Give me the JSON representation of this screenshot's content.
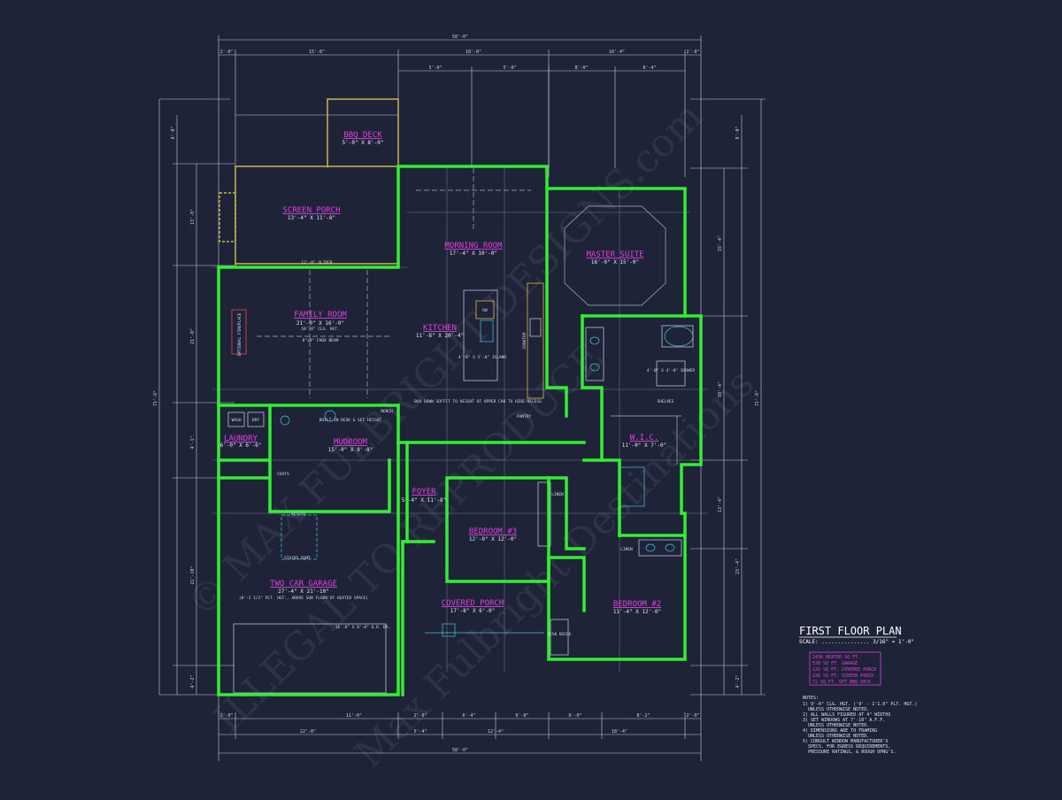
{
  "title": "FIRST FLOOR PLAN",
  "scale": "SCALE: ............... 3/16\" = 1'-0\"",
  "areas": [
    "2436 HEATED SQ FT.",
    "538 SQ FT. GARAGE",
    "133 SQ FT. COVERED PORCH",
    "236 SQ FT. SCREEN PORCH",
    "72 SQ FT. OPT BBQ DECK"
  ],
  "notes_title": "NOTES:",
  "notes": [
    "1) 9'-0\" CLG. HGT. ('9' - 1'1.0\" PLT. HGT.)",
    "UNLESS OTHERWISE NOTED.",
    "2) ALL WALLS FIGURED AT 4\" WIDTHS",
    "3) SET WINDOWS AT 7'-10\" A.F.F.",
    "UNLESS OTHERWISE NOTED.",
    "4) DIMENSIONS ARE TO FRAMING",
    "UNLESS OTHERWISE NOTED.",
    "5) CONSULT WINDOW MANUFACTURER'S",
    "SPECS. FOR EGRESS REQUIREMENTS,",
    "PRESSURE RATINGS, & ROUGH OPNG'S."
  ],
  "rooms": {
    "bbq": {
      "name": "BBQ DECK",
      "dim": "5'-0\" X 8'-0\""
    },
    "screen": {
      "name": "SCREEN PORCH",
      "dim": "13'-4\" X 11'-8\""
    },
    "morning": {
      "name": "MORNING ROOM",
      "dim": "17'-4\" X 10'-0\""
    },
    "master": {
      "name": "MASTER SUITE",
      "dim": "16'-0\" X 15'-0\""
    },
    "family": {
      "name": "FAMILY ROOM",
      "dim": "21'-0\" X 16'-0\"",
      "note": "10'-0\" CLG. HGT."
    },
    "kitchen": {
      "name": "KITCHEN",
      "dim": "11'-8\" X 20'-4\""
    },
    "laundry": {
      "name": "LAUNDRY",
      "dim": "6'-0\" X 6'-6\""
    },
    "mudroom": {
      "name": "MUDROOM",
      "dim": "15'-0\" X 8'-8\""
    },
    "foyer": {
      "name": "FOYER",
      "dim": "5'-4\" X 11'-8\""
    },
    "bed3": {
      "name": "BEDROOM #3",
      "dim": "12'-0\" X 12'-0\""
    },
    "wic": {
      "name": "W.I.C.",
      "dim": "11'-0\" X 7'-0\""
    },
    "garage": {
      "name": "TWO CAR GARAGE",
      "dim": "27'-4\" X 21'-10\"",
      "note": "(8'-1 1/2\" PLT. HGT., ABOVE SUB FLOOR OF HEATED SPACE)"
    },
    "porch": {
      "name": "COVERED PORCH",
      "dim": "17'-8\" X 6'-0\""
    },
    "bed2": {
      "name": "BEDROOM #2",
      "dim": "11'-4\" X 12'-0\""
    }
  },
  "labels": {
    "island": "4'-0\" X 5'-0\" ISLAND",
    "dw": "DW",
    "shower": "4'-0\" X 4'-0\" SHOWER",
    "pantry": "PANTRY",
    "linen": "LINEN",
    "desk_niche": "DESK NICHE",
    "shelves": "SHELVES",
    "wash": "WASH",
    "dry": "DRY",
    "coats": "COATS",
    "access": "ACCESS",
    "stairs_bsmt": "STAIRS BSMT",
    "garage_door": "16'-0\" X 8'-0\" O.H. DR.",
    "slider": "12'-0\" SLIDER",
    "fireplace": "OPTIONAL FIREPLACE",
    "faux_beam": "8\"x8\" FAUX BEAM",
    "box_soffit": "BOX DOWN SOFFIT TO HEIGHT OF UPPER CAB TO HIDE RECESS",
    "built_in": "BUILT-IN DESK & SET HEIGHT",
    "cooktop": "COOKTOP",
    "bench": "BENCH"
  },
  "dims": {
    "overall_top": "58'-0\"",
    "overall_bottom": "58'-0\"",
    "overall_left": "71'-8\"",
    "overall_right": "71'-8\"",
    "top_row1": [
      "2'-0\"",
      "15'-8\"",
      "18'-0\"",
      "16'-4\"",
      "2'-0\""
    ],
    "top_row2": [
      "5'-0\"",
      "5'-0\"",
      "8'-0\"",
      "8'-4\""
    ],
    "bottom_row1": [
      "2'-0\"",
      "11'-0\"",
      "2'-8\"",
      "6'-4\"",
      "6'-0\"",
      "6'-0\"",
      "8'-2\"",
      "2'-0\""
    ],
    "bottom_row2": [
      "22'-8\"",
      "5'-4\"",
      "12'-4\"",
      "18'-4\""
    ],
    "left_row": [
      "8'-0\"",
      "13'-8\"",
      "21'-0\"",
      "4'-1\"",
      "21'-10\"",
      "4'-2\""
    ],
    "right_row": [
      "8'-0\"",
      "15'-4\"",
      "19'-4\"",
      "13'-4\"",
      "23'-4\"",
      "4'-2\""
    ]
  },
  "watermarks": [
    "© MAX FULBRIGHT DESIGNS.com",
    "ILLEGAL TO REPRODUCE",
    "Max Fulbright Destinations"
  ],
  "colors": {
    "background": "#1e2338",
    "walls": "#33ee33",
    "room_names": "#e040e0",
    "dim_lines": "#c8ccdd",
    "porch_lines": "#c8b84a"
  }
}
